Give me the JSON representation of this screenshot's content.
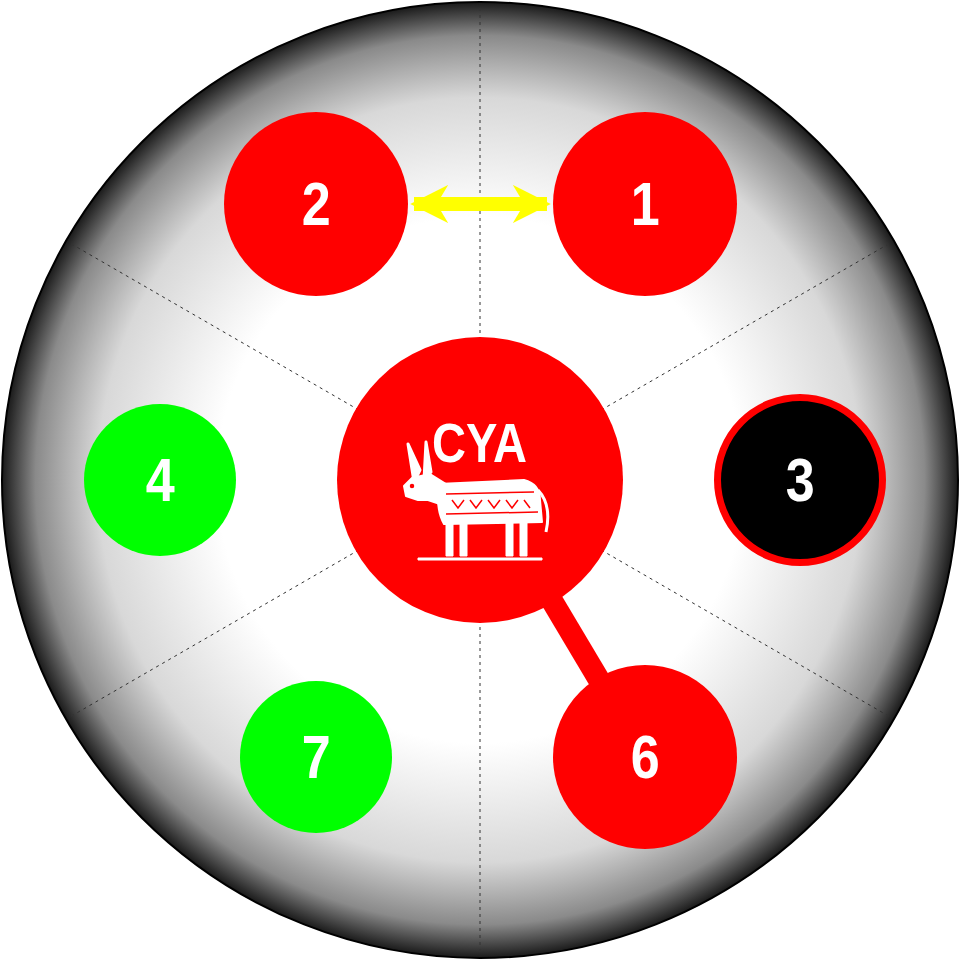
{
  "diagram": {
    "nodes": [
      {
        "text": [
          "2"
        ]
      },
      {
        "text": [
          "1"
        ]
      },
      {
        "text": [
          "4"
        ]
      },
      {
        "text": [
          "CYA"
        ]
      },
      {
        "text": [
          "3"
        ]
      },
      {
        "text": [
          "7"
        ]
      },
      {
        "text": [
          "6"
        ]
      }
    ],
    "edges": [
      {
        "from": 0,
        "to": 1,
        "arrow": "both"
      },
      {
        "from": 3,
        "to": 6,
        "arrow": "none"
      }
    ]
  }
}
